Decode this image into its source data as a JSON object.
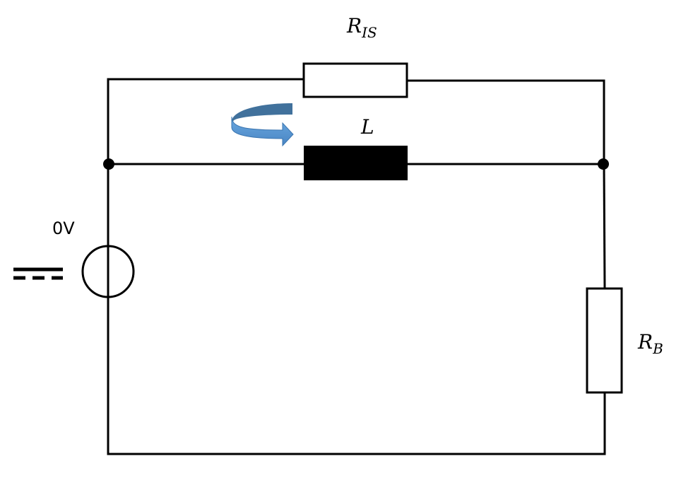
{
  "labels": {
    "r_is": {
      "main": "R",
      "sub": "IS"
    },
    "inductor": "L",
    "r_b": {
      "main": "R",
      "sub": "B"
    },
    "source_voltage": "0V"
  },
  "colors": {
    "wire": "#000000",
    "inductor_fill": "#000000",
    "resistor_fill": "#ffffff",
    "arrow_front": "#5b9bd5",
    "arrow_back": "#41719c"
  },
  "icons": {
    "current_arrow": "curved-rotation-arrow-icon",
    "dc_symbol": "dc-symbol-icon",
    "voltage_source": "circle-source-icon"
  }
}
